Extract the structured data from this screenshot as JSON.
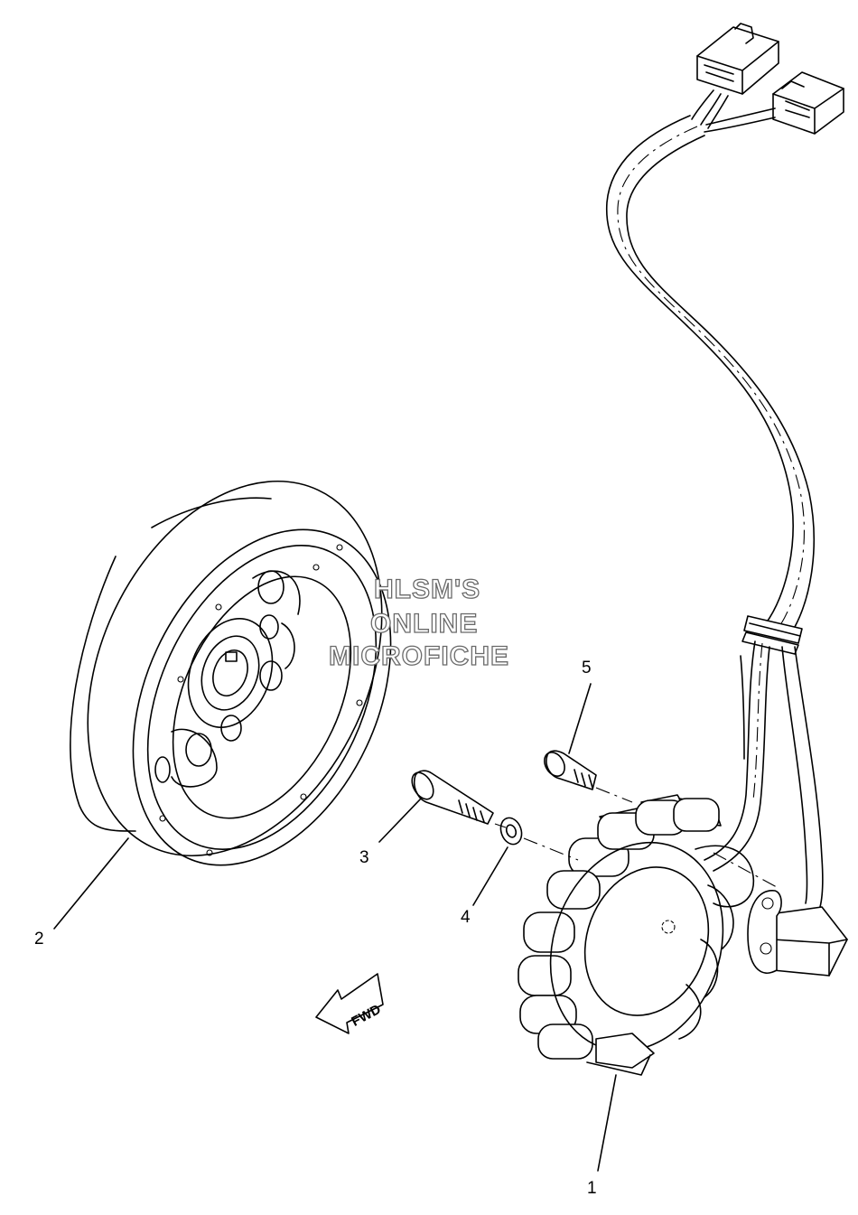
{
  "callouts": {
    "part1": "1",
    "part2": "2",
    "part3": "3",
    "part4": "4",
    "part5": "5"
  },
  "fwd_arrow": {
    "label": "FWD"
  },
  "watermark": {
    "line1": "HLSM'S",
    "line2": "ONLINE",
    "line3": "MICROFICHE"
  }
}
